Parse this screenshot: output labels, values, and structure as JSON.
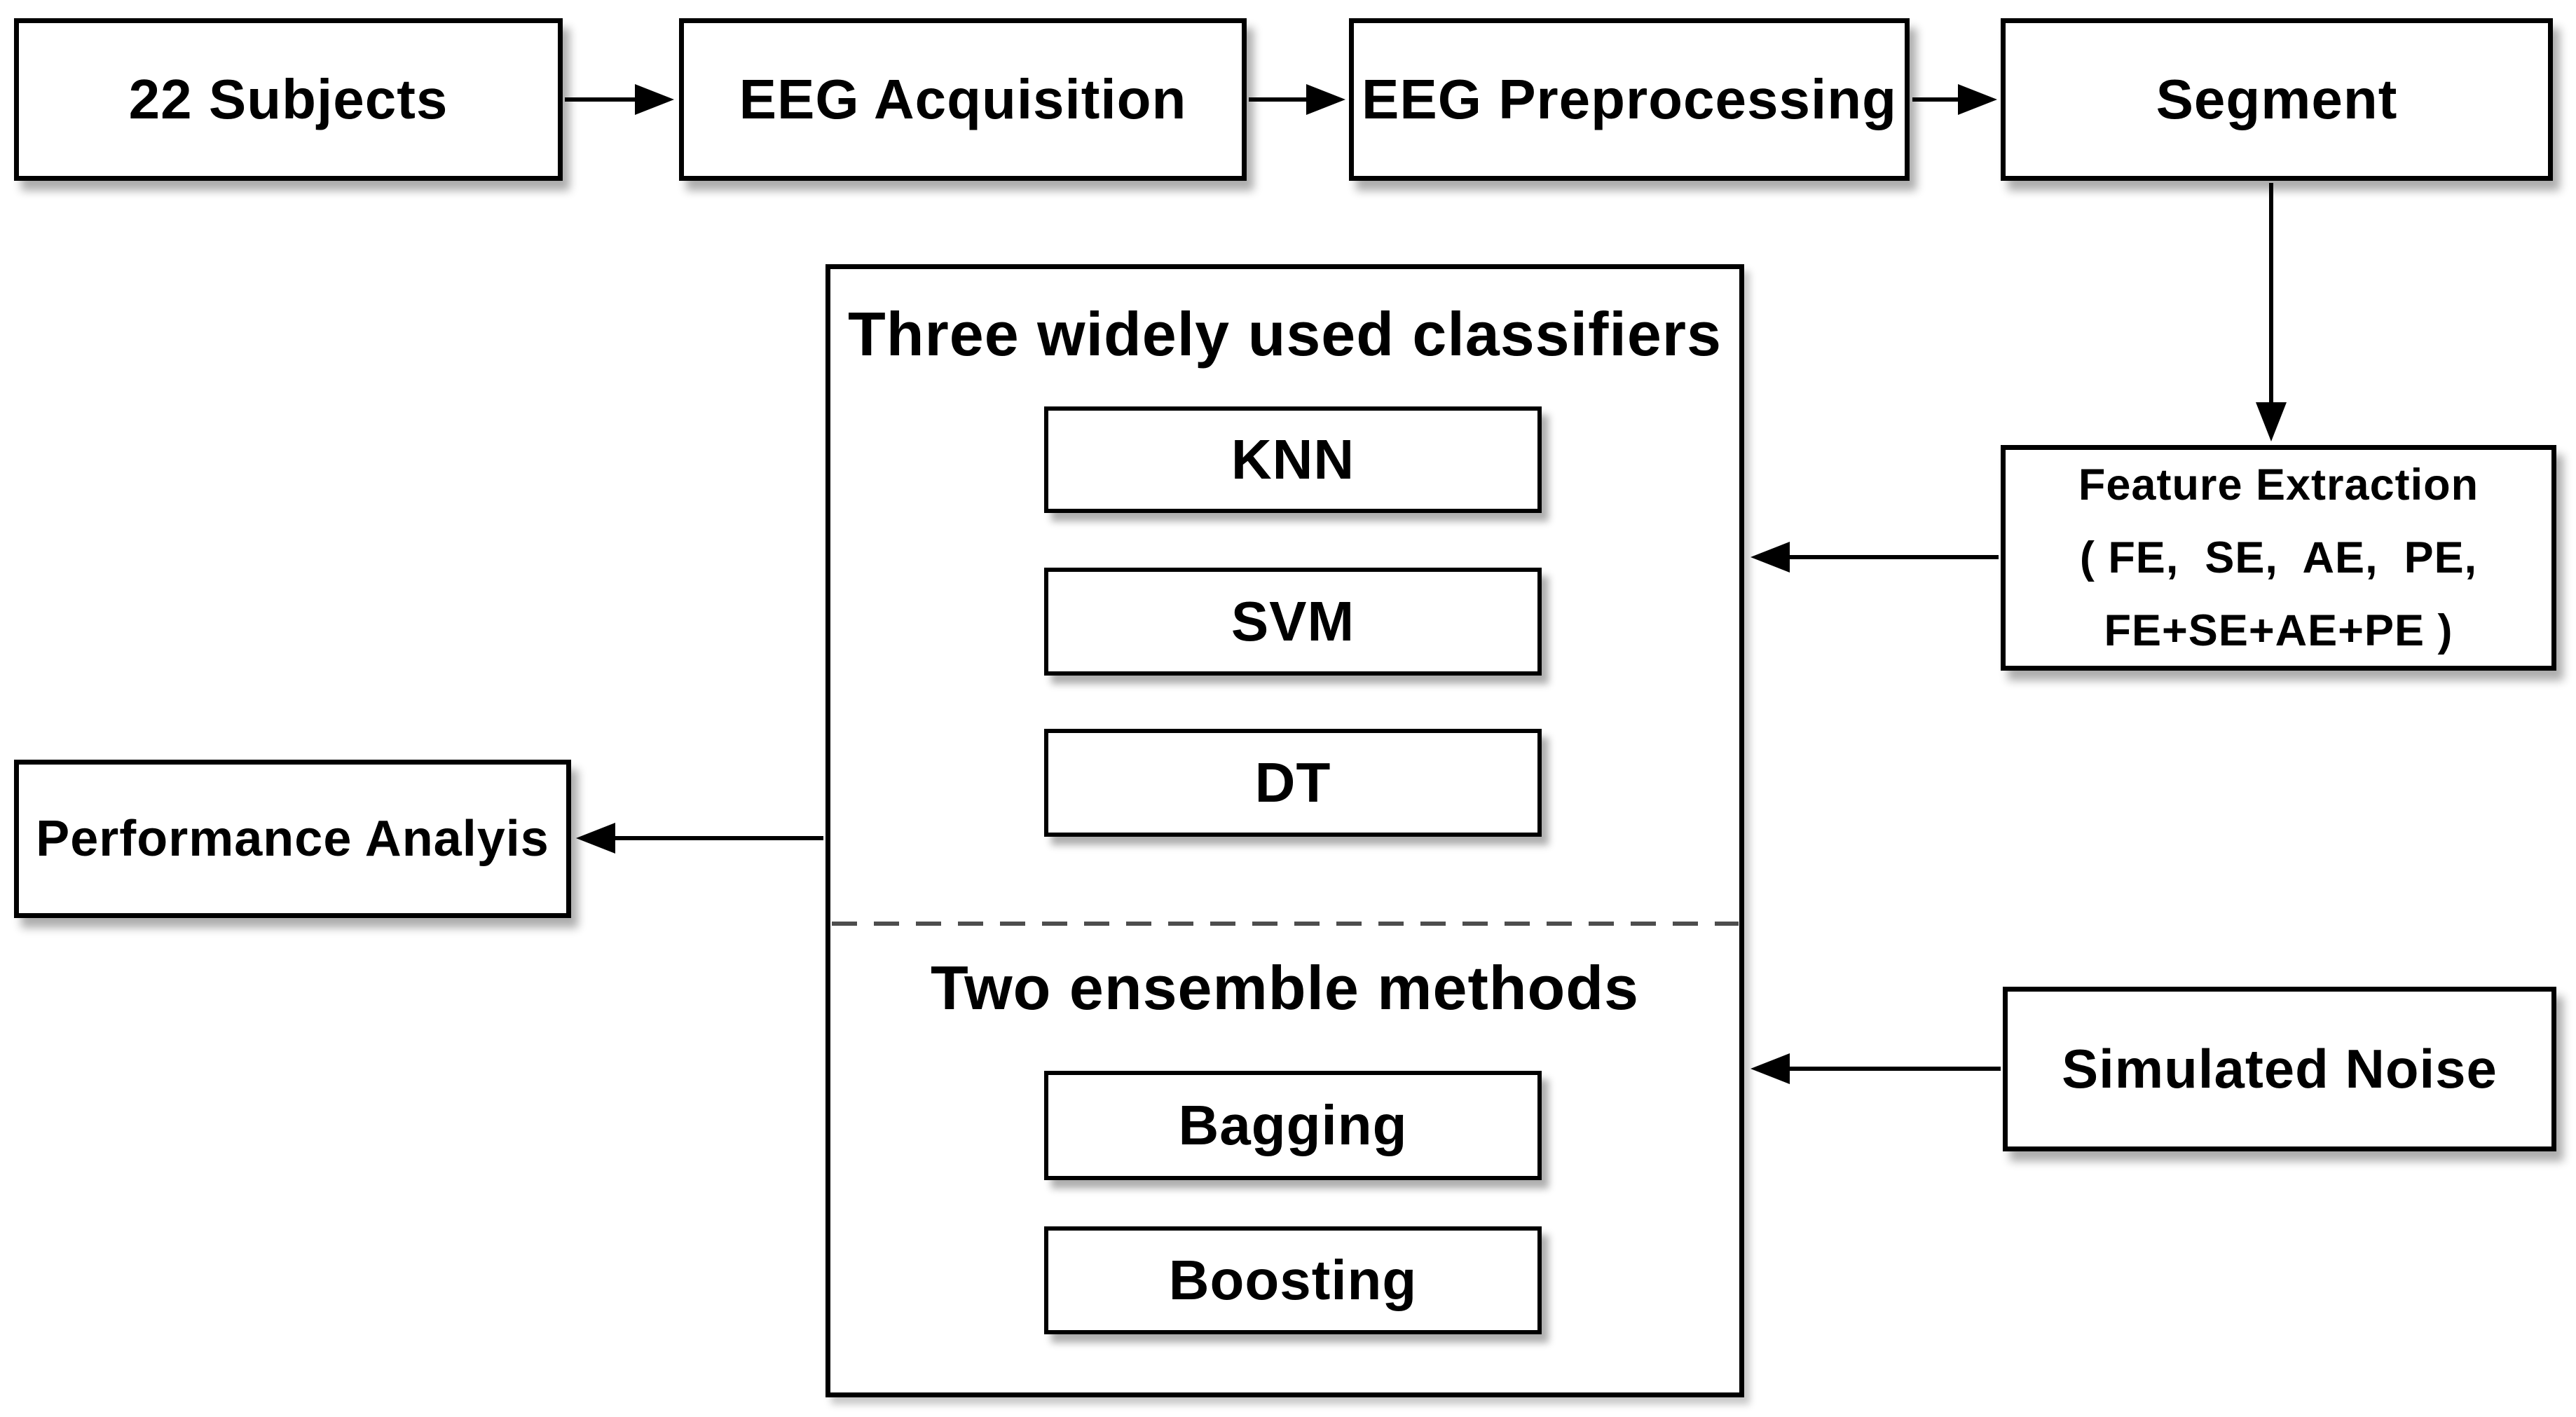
{
  "pipeline": {
    "subjects": {
      "label": "22 Subjects"
    },
    "acquisition": {
      "label": "EEG Acquisition"
    },
    "preprocessing": {
      "label": "EEG Preprocessing"
    },
    "segment": {
      "label": "Segment"
    },
    "feature_extraction": {
      "line1": "Feature Extraction",
      "line2": "( FE,  SE,  AE,  PE,",
      "line3": "FE+SE+AE+PE )"
    },
    "classifier_group": {
      "title": "Three widely used classifiers",
      "items": [
        "KNN",
        "SVM",
        "DT"
      ]
    },
    "ensemble_group": {
      "title": "Two ensemble methods",
      "items": [
        "Bagging",
        "Boosting"
      ]
    },
    "performance": {
      "label": "Performance Analyis"
    },
    "simulated_noise": {
      "label": "Simulated Noise"
    }
  },
  "colors": {
    "background": "#ffffff",
    "box_fill": "#ffffff",
    "border": "#000000",
    "text": "#000000",
    "arrow": "#000000",
    "dashed_divider": "#4d4d4d"
  }
}
